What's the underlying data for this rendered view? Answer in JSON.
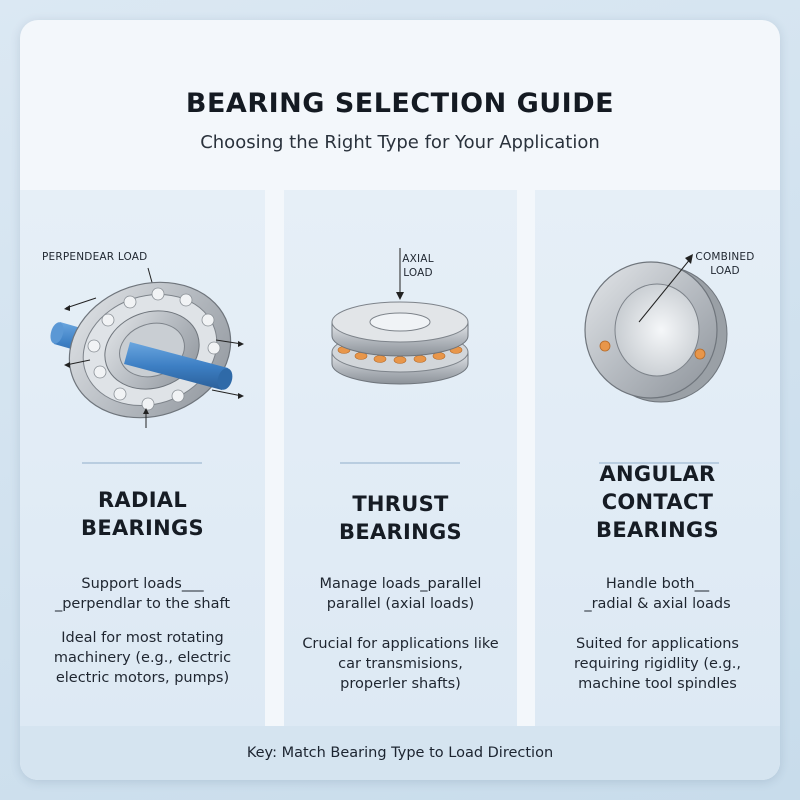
{
  "header": {
    "title": "BEARING SELECTION GUIDE",
    "subtitle": "Choosing the Right Type for Your Application"
  },
  "panels": [
    {
      "label": "PERPENDEAR LOAD",
      "heading_lines": [
        "RADIAL",
        "BEARINGS"
      ],
      "desc1_lines": [
        "Support loads___",
        "_perpendlar to the shaft"
      ],
      "desc2_lines": [
        "Ideal for most rotating",
        "machinery (e.g., electric",
        "electric motors, pumps)"
      ]
    },
    {
      "label_lines": [
        "AXIAL",
        "LOAD"
      ],
      "heading_lines": [
        "THRUST",
        "BEARINGS"
      ],
      "desc1_lines": [
        "Manage loads_parallel",
        "parallel (axial loads)"
      ],
      "desc2_lines": [
        "Crucial for applications like",
        "car transmisions,",
        "properler shafts)"
      ]
    },
    {
      "label_lines": [
        "COMBINED",
        "LOAD"
      ],
      "heading_lines": [
        "ANGULAR",
        "CONTACT",
        "BEARINGS"
      ],
      "desc1_lines": [
        "Handle both__",
        "_radial & axial loads"
      ],
      "desc2_lines": [
        "Suited for applications",
        "requiring rigidlity (e.g.,",
        "machine tool spindles"
      ]
    }
  ],
  "footer": {
    "text": "Key: Match Bearing Type to Load Direction"
  },
  "colors": {
    "shaft": "#3d7fc4",
    "roller": "#e8964a",
    "steel": "#b9bec4"
  },
  "icons": [
    "radial-bearing-icon",
    "thrust-bearing-icon",
    "angular-contact-bearing-icon"
  ]
}
